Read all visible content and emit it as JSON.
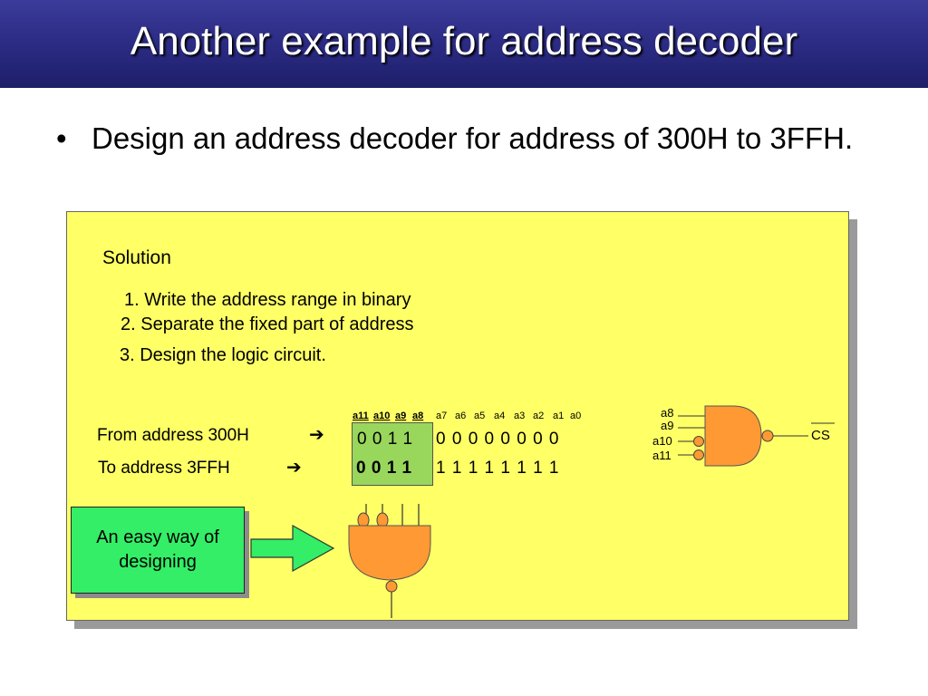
{
  "slide": {
    "title": "Another example for address decoder",
    "bullet_symbol": "•",
    "bullet_text": "Design an address decoder for address of 300H to 3FFH."
  },
  "panel": {
    "solution_label": "Solution",
    "steps": [
      "1. Write the address range in binary",
      "2. Separate the fixed part of address",
      "3. Design the logic circuit."
    ],
    "from_label": "From address 300H",
    "to_label": "To address 3FFH",
    "arrow_symbol": "➔",
    "bit_headers_fixed": [
      "a11",
      "a10",
      "a9",
      "a8"
    ],
    "bit_headers_varying": [
      "a7",
      "a6",
      "a5",
      "a4",
      "a3",
      "a2",
      "a1",
      "a0"
    ],
    "from_bits_fixed": "0 0 1 1",
    "from_bits_varying": "0 0 0 0 0 0 0 0",
    "to_bits_fixed": "0 0 1 1",
    "to_bits_varying": "1 1 1 1 1 1 1 1",
    "callout_text": "An easy way of designing",
    "gate_inputs": [
      "a8",
      "a9",
      "a10",
      "a11"
    ],
    "gate_output": "CS",
    "colors": {
      "panel": "#ffff66",
      "highlight": "#99d65c",
      "callout": "#33ee66",
      "gate": "#ff9933",
      "title_bar": "#2a2a82"
    }
  }
}
